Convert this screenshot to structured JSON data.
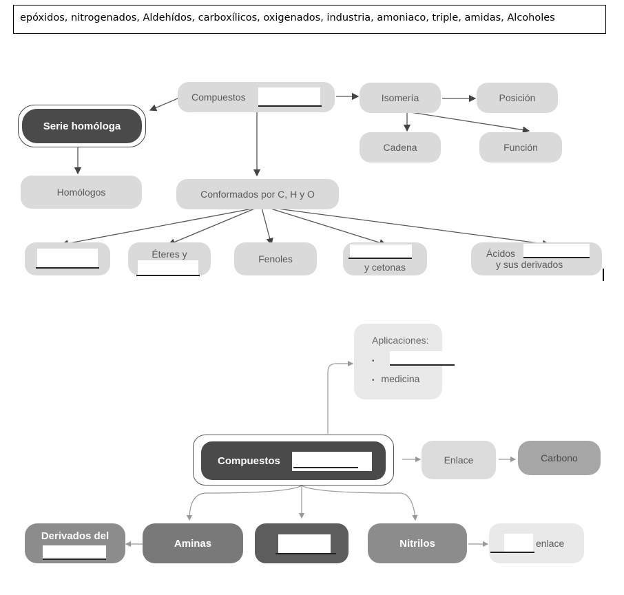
{
  "word_bank": "epóxidos, nitrogenados, Aldehídos, carboxílicos, oxigenados, industria, amoniaco, triple, amidas, Alcoholes",
  "map1": {
    "compuestos": "Compuestos",
    "serie_homologa": "Serie homóloga",
    "homologos": "Homólogos",
    "isomeria": "Isomería",
    "posicion": "Posición",
    "cadena": "Cadena",
    "funcion": "Función",
    "conformados": "Conformados por C, H y O",
    "eteres": "Éteres y",
    "fenoles": "Fenoles",
    "cetonas": "y cetonas",
    "acidos": "Ácidos",
    "derivados": "y sus derivados"
  },
  "map2": {
    "aplicaciones": "Aplicaciones:",
    "bullet": "•",
    "medicina": "medicina",
    "compuestos": "Compuestos",
    "enlace": "Enlace",
    "carbono": "Carbono",
    "derivados_del": "Derivados del",
    "aminas": "Aminas",
    "nitrilos": "Nitrilos",
    "enlace_small": "enlace"
  }
}
